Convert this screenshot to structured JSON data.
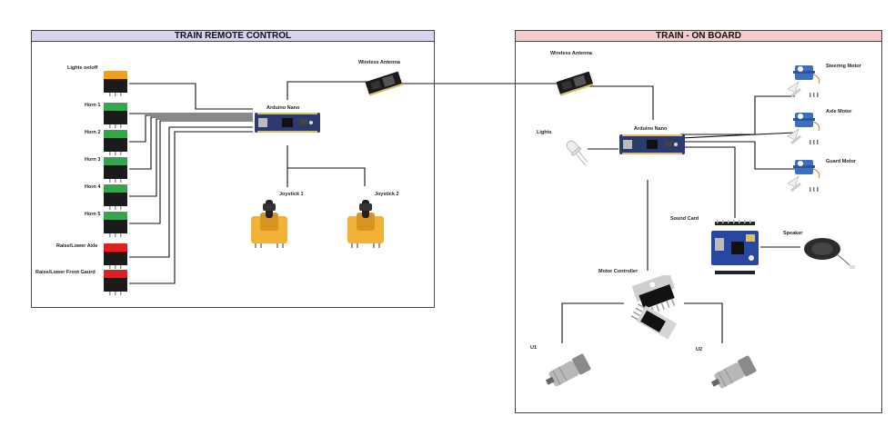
{
  "remote": {
    "title": "TRAIN REMOTE CONTROL",
    "title_bg": "#d9d2ee",
    "lights_label": "Lights on/off",
    "horn1_label": "Horn 1",
    "horn2_label": "Horn 2",
    "horn3_label": "Horn 3",
    "horn4_label": "Horn 4",
    "horn5_label": "Horn 5",
    "raise_axle_label": "Raise/Lower Axle",
    "raise_guard_label": "Raise/Lower Front Gaurd",
    "antenna_label": "Wireless Antenna",
    "arduino_label": "Arduino Nano",
    "joystick1_label": "Joystick 1",
    "joystick2_label": "Joystick 2"
  },
  "onboard": {
    "title": "TRAIN - ON BOARD",
    "title_bg": "#f4cccc",
    "antenna_label": "Wireless Antenna",
    "arduino_label": "Arduino Nano",
    "lights_label": "Lights",
    "steering_label": "Steering Motor",
    "axle_label": "Axle Motor",
    "guard_label": "Guard Motor",
    "sound_card_label": "Sound Card",
    "speaker_label": "Speaker",
    "motor_controller_label": "Motor Controller",
    "u1_label": "U1",
    "u2_label": "U2"
  },
  "colors": {
    "button_orange": "#f0a020",
    "button_green": "#2fa84a",
    "button_red": "#e02020",
    "joystick_yellow": "#f2b23a",
    "board_blue": "#2d3a6e",
    "servo_blue": "#3a6fc4"
  },
  "icons": [
    "push-button",
    "arduino-nano-board",
    "wireless-antenna-module",
    "joystick-module",
    "led-bulb",
    "servo-motor",
    "sound-card-board",
    "speaker",
    "motor-driver-chip",
    "gear-motor"
  ]
}
